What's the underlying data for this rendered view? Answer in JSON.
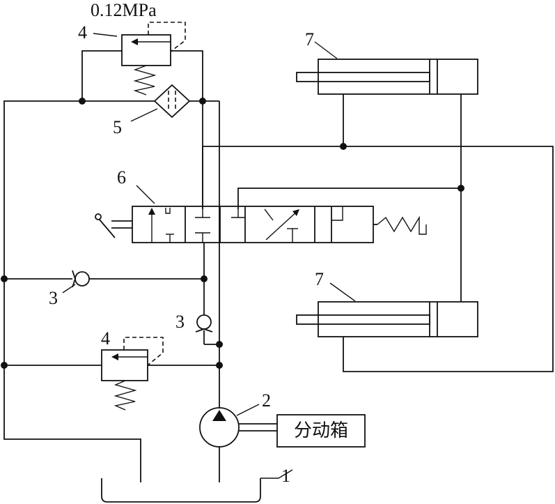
{
  "pressure_label": "0.12MPa",
  "gearbox_label": "分动箱",
  "callouts": {
    "reservoir": "1",
    "pump": "2",
    "check_valve_left": "3",
    "check_valve_right": "3",
    "relief_valve_top": "4",
    "relief_valve_bottom": "4",
    "filter": "5",
    "directional_valve": "6",
    "cylinder_top": "7",
    "cylinder_bottom": "7"
  }
}
